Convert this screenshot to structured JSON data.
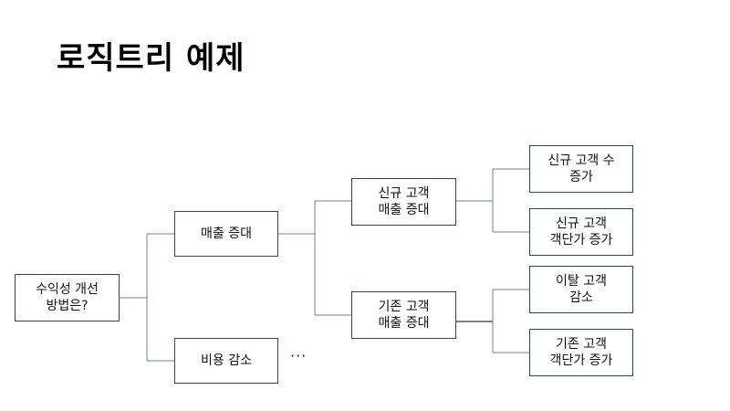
{
  "title": "로직트리 예제",
  "tree": {
    "root": "수익성 개선\n방법은?",
    "level1": {
      "top": "매출 증대",
      "bottom": "비용 감소"
    },
    "level2": {
      "top": "신규 고객\n매출 증대",
      "bottom": "기존 고객\n매출 증대"
    },
    "level3": {
      "a": "신규 고객 수\n증가",
      "b": "신규 고객\n객단가 증가",
      "c": "이탈 고객\n감소",
      "d": "기존 고객\n객단가 증가"
    },
    "ellipsis": "···"
  },
  "colors": {
    "box_border": "#3a4351",
    "connector": "#7a7f87",
    "connector_emphasis": "#000000",
    "text": "#111111"
  }
}
